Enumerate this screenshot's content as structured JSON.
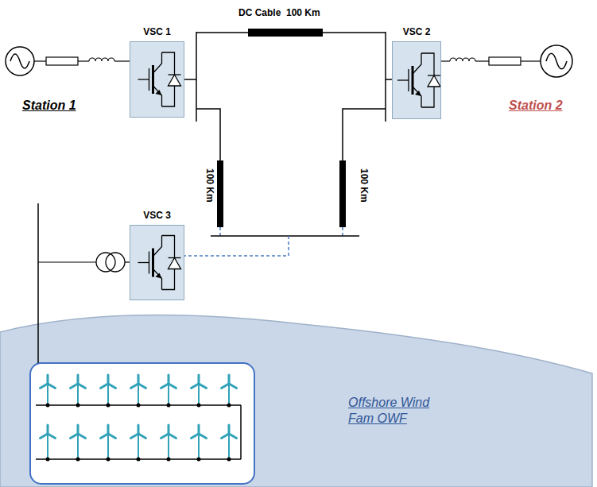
{
  "diagram": {
    "nodes": [
      {
        "text": [
          "VSC 1"
        ]
      },
      {
        "text": [
          "VSC 2"
        ]
      },
      {
        "text": [
          "VSC 3"
        ]
      }
    ],
    "labels": [
      "DC Cable  100 Km",
      "100 Km",
      "100 Km",
      "Station 1",
      "Station 2",
      "Offshore Wind Fam OWF"
    ]
  }
}
